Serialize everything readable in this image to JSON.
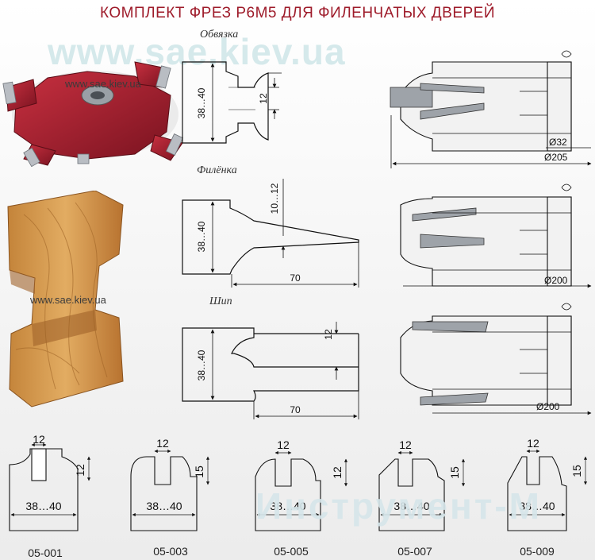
{
  "header": {
    "title": "КОМПЛЕКТ ФРЕЗ Р6М5 ДЛЯ ФИЛЕНЧАТЫХ ДВЕРЕЙ"
  },
  "watermarks": {
    "site": "www.sae.kiev.ua",
    "site_short": "www.sae.kiev.ua",
    "brand": "Инструмент-М"
  },
  "sections": {
    "obvyazka": {
      "label": "Обвязка",
      "width": "38…40",
      "slot": "12",
      "d_bore": "Ø32",
      "d_outer": "Ø205"
    },
    "filenka": {
      "label": "Филёнка",
      "width": "38…40",
      "slot": "10…12",
      "length": "70",
      "d_outer": "Ø200"
    },
    "ship": {
      "label": "Шип",
      "width": "38…40",
      "slot": "12",
      "length": "70",
      "d_outer": "Ø200"
    }
  },
  "profiles": [
    {
      "code": "05-001",
      "top": "12",
      "side": "12",
      "width": "38…40"
    },
    {
      "code": "05-003",
      "top": "12",
      "side": "15",
      "width": "38…40"
    },
    {
      "code": "05-005",
      "top": "12",
      "side": "12",
      "width": "38…40"
    },
    {
      "code": "05-007",
      "top": "12",
      "side": "15",
      "width": "38…40"
    },
    {
      "code": "05-009",
      "top": "12",
      "side": "15",
      "width": "38…40"
    }
  ],
  "colors": {
    "title": "#9e1b2a",
    "cutter_body": "#a81e2c",
    "wood": "#d59a4e",
    "watermark": "#cfe6e8"
  }
}
